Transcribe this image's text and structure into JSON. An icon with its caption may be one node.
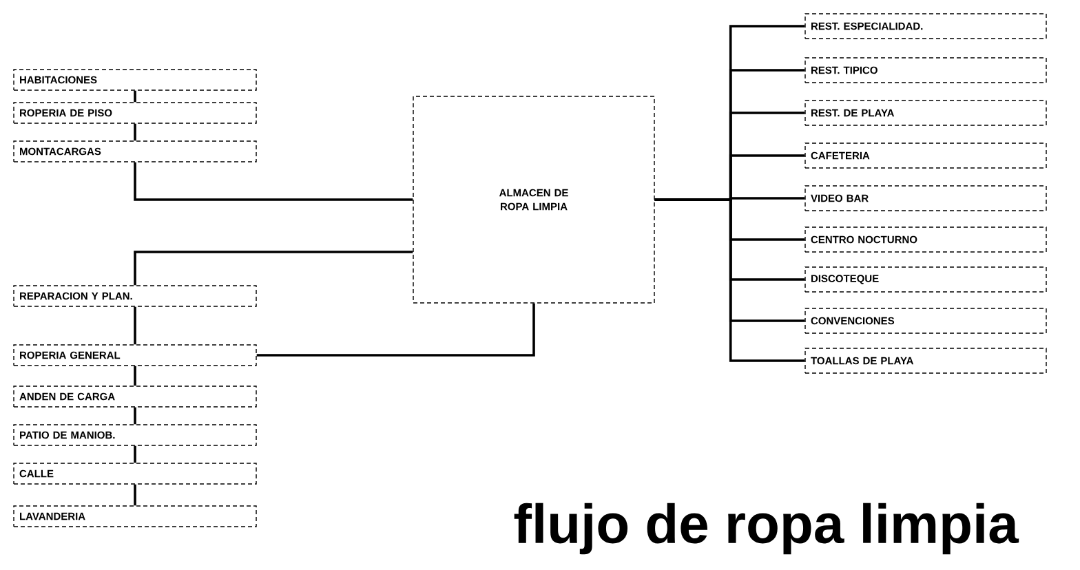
{
  "diagram": {
    "title": "flujo de ropa limpia",
    "nodes": [
      {
        "text": [
          "HABITACIONES"
        ]
      },
      {
        "text": [
          "ROPERIA DE PISO"
        ]
      },
      {
        "text": [
          "MONTACARGAS"
        ]
      },
      {
        "text": [
          "REPARACION Y PLAN."
        ]
      },
      {
        "text": [
          "ROPERIA GENERAL"
        ]
      },
      {
        "text": [
          "ANDEN DE CARGA"
        ]
      },
      {
        "text": [
          "PATIO DE MANIOB."
        ]
      },
      {
        "text": [
          "CALLE"
        ]
      },
      {
        "text": [
          "LAVANDERIA"
        ]
      },
      {
        "text": [
          "ALMACEN DE ROPA LIMPIA"
        ]
      },
      {
        "text": [
          "REST. ESPECIALIDAD."
        ]
      },
      {
        "text": [
          "REST. TIPICO"
        ]
      },
      {
        "text": [
          "REST. DE PLAYA"
        ]
      },
      {
        "text": [
          "CAFETERIA"
        ]
      },
      {
        "text": [
          "VIDEO BAR"
        ]
      },
      {
        "text": [
          "CENTRO NOCTURNO"
        ]
      },
      {
        "text": [
          "DISCOTEQUE"
        ]
      },
      {
        "text": [
          "CONVENCIONES"
        ]
      },
      {
        "text": [
          "TOALLAS DE PLAYA"
        ]
      }
    ],
    "edges": [
      {
        "from": 0,
        "to": 1,
        "arrow": "none"
      },
      {
        "from": 1,
        "to": 2,
        "arrow": "none"
      },
      {
        "from": 2,
        "to": 9,
        "arrow": "none"
      },
      {
        "from": 3,
        "to": 9,
        "arrow": "none"
      },
      {
        "from": 3,
        "to": 4,
        "arrow": "none"
      },
      {
        "from": 4,
        "to": 9,
        "arrow": "none"
      },
      {
        "from": 4,
        "to": 5,
        "arrow": "none"
      },
      {
        "from": 5,
        "to": 6,
        "arrow": "none"
      },
      {
        "from": 6,
        "to": 7,
        "arrow": "none"
      },
      {
        "from": 7,
        "to": 8,
        "arrow": "none"
      },
      {
        "from": 9,
        "to": 10,
        "arrow": "none"
      },
      {
        "from": 9,
        "to": 11,
        "arrow": "none"
      },
      {
        "from": 9,
        "to": 12,
        "arrow": "none"
      },
      {
        "from": 9,
        "to": 13,
        "arrow": "none"
      },
      {
        "from": 9,
        "to": 14,
        "arrow": "none"
      },
      {
        "from": 9,
        "to": 15,
        "arrow": "none"
      },
      {
        "from": 9,
        "to": 16,
        "arrow": "none"
      },
      {
        "from": 9,
        "to": 17,
        "arrow": "none"
      },
      {
        "from": 9,
        "to": 18,
        "arrow": "none"
      }
    ]
  }
}
